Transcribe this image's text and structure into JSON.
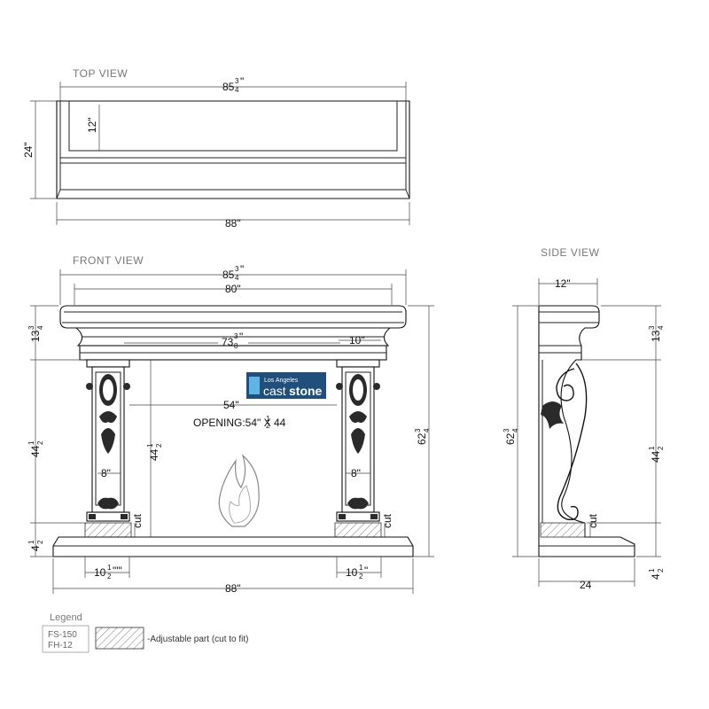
{
  "titles": {
    "top": "TOP VIEW",
    "front": "FRONT VIEW",
    "side": "SIDE VIEW"
  },
  "logo": {
    "line1": "Los Angeles",
    "word1": "cast",
    "word2": "stone",
    "bg": "#1f4f7a",
    "accent": "#5fb4e6"
  },
  "top_view": {
    "width_whole": "85",
    "width_num": "3",
    "width_den": "4",
    "depth": "24\"",
    "inner_depth": "12\"",
    "total_width": "88\""
  },
  "front_view": {
    "width_whole": "85",
    "width_num": "3",
    "width_den": "4",
    "shelf_width": "80\"",
    "frieze_whole": "73",
    "frieze_num": "3",
    "frieze_den": "8",
    "leg_cap": "10\"",
    "opening_width": "54\"",
    "opening_label_pre": "OPENING:54\" X 44",
    "opening_label_num": "1",
    "opening_label_den": "2",
    "top_height_whole": "13",
    "top_height_num": "3",
    "top_height_den": "4",
    "leg_height_whole": "44",
    "leg_height_num": "1",
    "leg_height_den": "2",
    "inner_height_whole": "44",
    "inner_height_num": "1",
    "inner_height_den": "2",
    "total_height_whole": "62",
    "total_height_num": "3",
    "total_height_den": "4",
    "leg_width_left": "8\"",
    "leg_width_right": "8\"",
    "cut_left": "cut",
    "cut_right": "cut",
    "hearth_height_whole": "4",
    "hearth_height_num": "1",
    "hearth_height_den": "2",
    "base_left_whole": "10",
    "base_left_num": "1",
    "base_left_den": "2",
    "base_right_whole": "10",
    "base_right_num": "1",
    "base_right_den": "2",
    "total_width": "88\""
  },
  "side_view": {
    "depth_top": "12\"",
    "top_height_whole": "13",
    "top_height_num": "3",
    "top_height_den": "4",
    "total_height_whole": "62",
    "total_height_num": "3",
    "total_height_den": "4",
    "leg_height_whole": "44",
    "leg_height_num": "1",
    "leg_height_den": "2",
    "cut": "cut",
    "hearth_height_whole": "4",
    "hearth_height_num": "1",
    "hearth_height_den": "2",
    "base_depth": "24"
  },
  "legend": {
    "title": "Legend",
    "codes": [
      "FS-150",
      "FH-12"
    ],
    "hatch_label": "-Adjustable part (cut to fit)"
  }
}
